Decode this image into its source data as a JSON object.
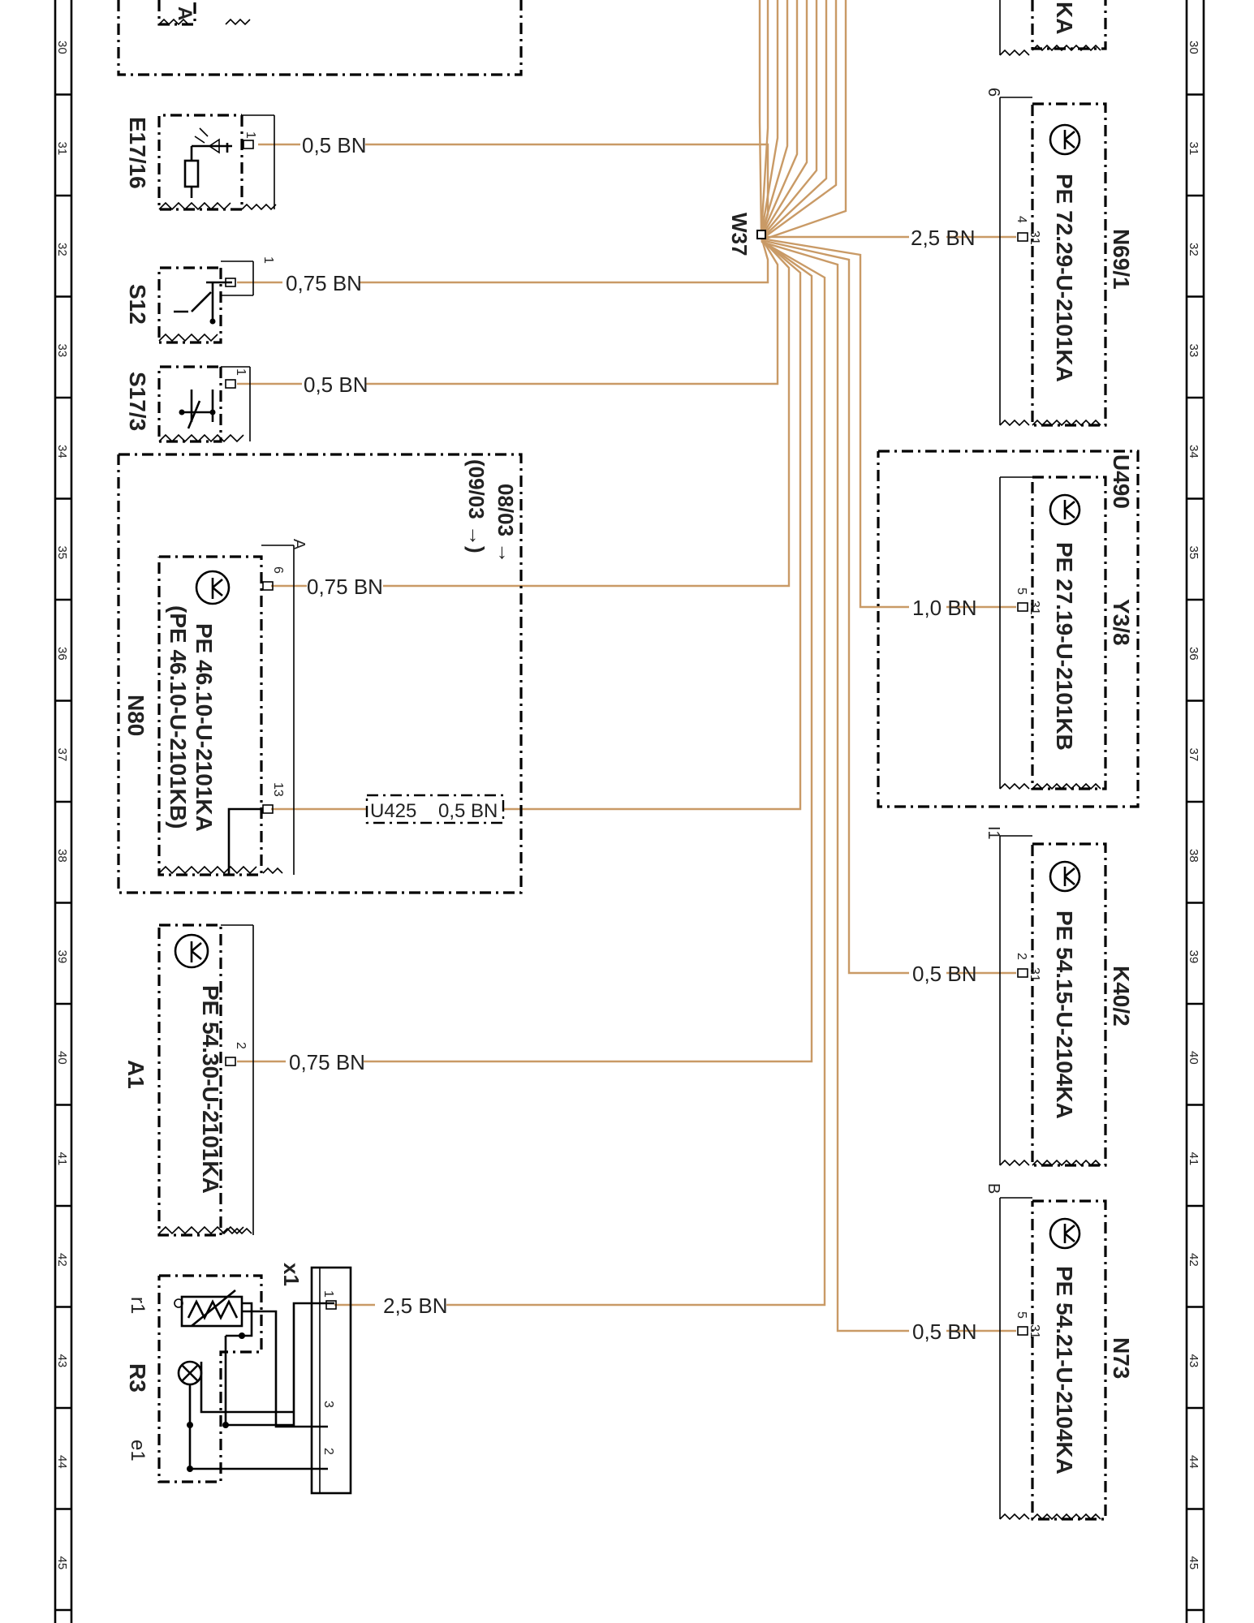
{
  "grid": {
    "rows": [
      "30",
      "31",
      "32",
      "33",
      "34",
      "35",
      "36",
      "37",
      "38",
      "39",
      "40",
      "41",
      "42",
      "43",
      "44",
      "45"
    ]
  },
  "splice": {
    "label": "W37"
  },
  "left_components": [
    {
      "id": "E17/16",
      "pin": "1",
      "wire": "0,5 BN"
    },
    {
      "id": "S12",
      "pin": "1",
      "wire": "0,75 BN"
    },
    {
      "id": "S17/3",
      "pin": "1",
      "wire": "0,5 BN"
    },
    {
      "id": "N80",
      "connector": "A",
      "pins": [
        "6",
        "13"
      ],
      "wires": [
        "0,75 BN",
        "0,5 BN"
      ],
      "inline_conn": "U425",
      "date_note_1": "08/03 →",
      "date_note_2": "(09/03 →)",
      "pe_ref_1": "PE 46.10-U-2101KA",
      "pe_ref_2": "(PE 46.10-U-2101KB)"
    },
    {
      "id": "A1",
      "pin": "2",
      "wire": "0,75 BN",
      "pe_ref": "PE 54.30-U-2101KA"
    },
    {
      "id": "R3",
      "sub1": "r1",
      "sub2": "e1",
      "connector": "x1",
      "pins": [
        "1",
        "3",
        "2"
      ],
      "wire": "2,5 BN"
    }
  ],
  "right_components": [
    {
      "id": "top-fragment",
      "pe_ref": "KA"
    },
    {
      "id": "N69/1",
      "connector": "6",
      "pin": "4",
      "ground": "31",
      "wire": "2,5 BN",
      "pe_ref": "PE 72.29-U-2101KA"
    },
    {
      "id": "Y3/8",
      "option": "U490",
      "pin": "5",
      "ground": "31",
      "wire": "1,0 BN",
      "pe_ref": "PE 27.19-U-2101KB"
    },
    {
      "id": "K40/2",
      "connector": "I1",
      "pin": "2",
      "ground": "31",
      "wire": "0,5 BN",
      "pe_ref": "PE 54.15-U-2104KA"
    },
    {
      "id": "N73",
      "connector": "B",
      "pin": "5",
      "ground": "31",
      "wire": "0,5 BN",
      "pe_ref": "PE 54.21-U-2104KA"
    }
  ],
  "colors": {
    "wire": "#C99A66",
    "line": "#000000"
  }
}
